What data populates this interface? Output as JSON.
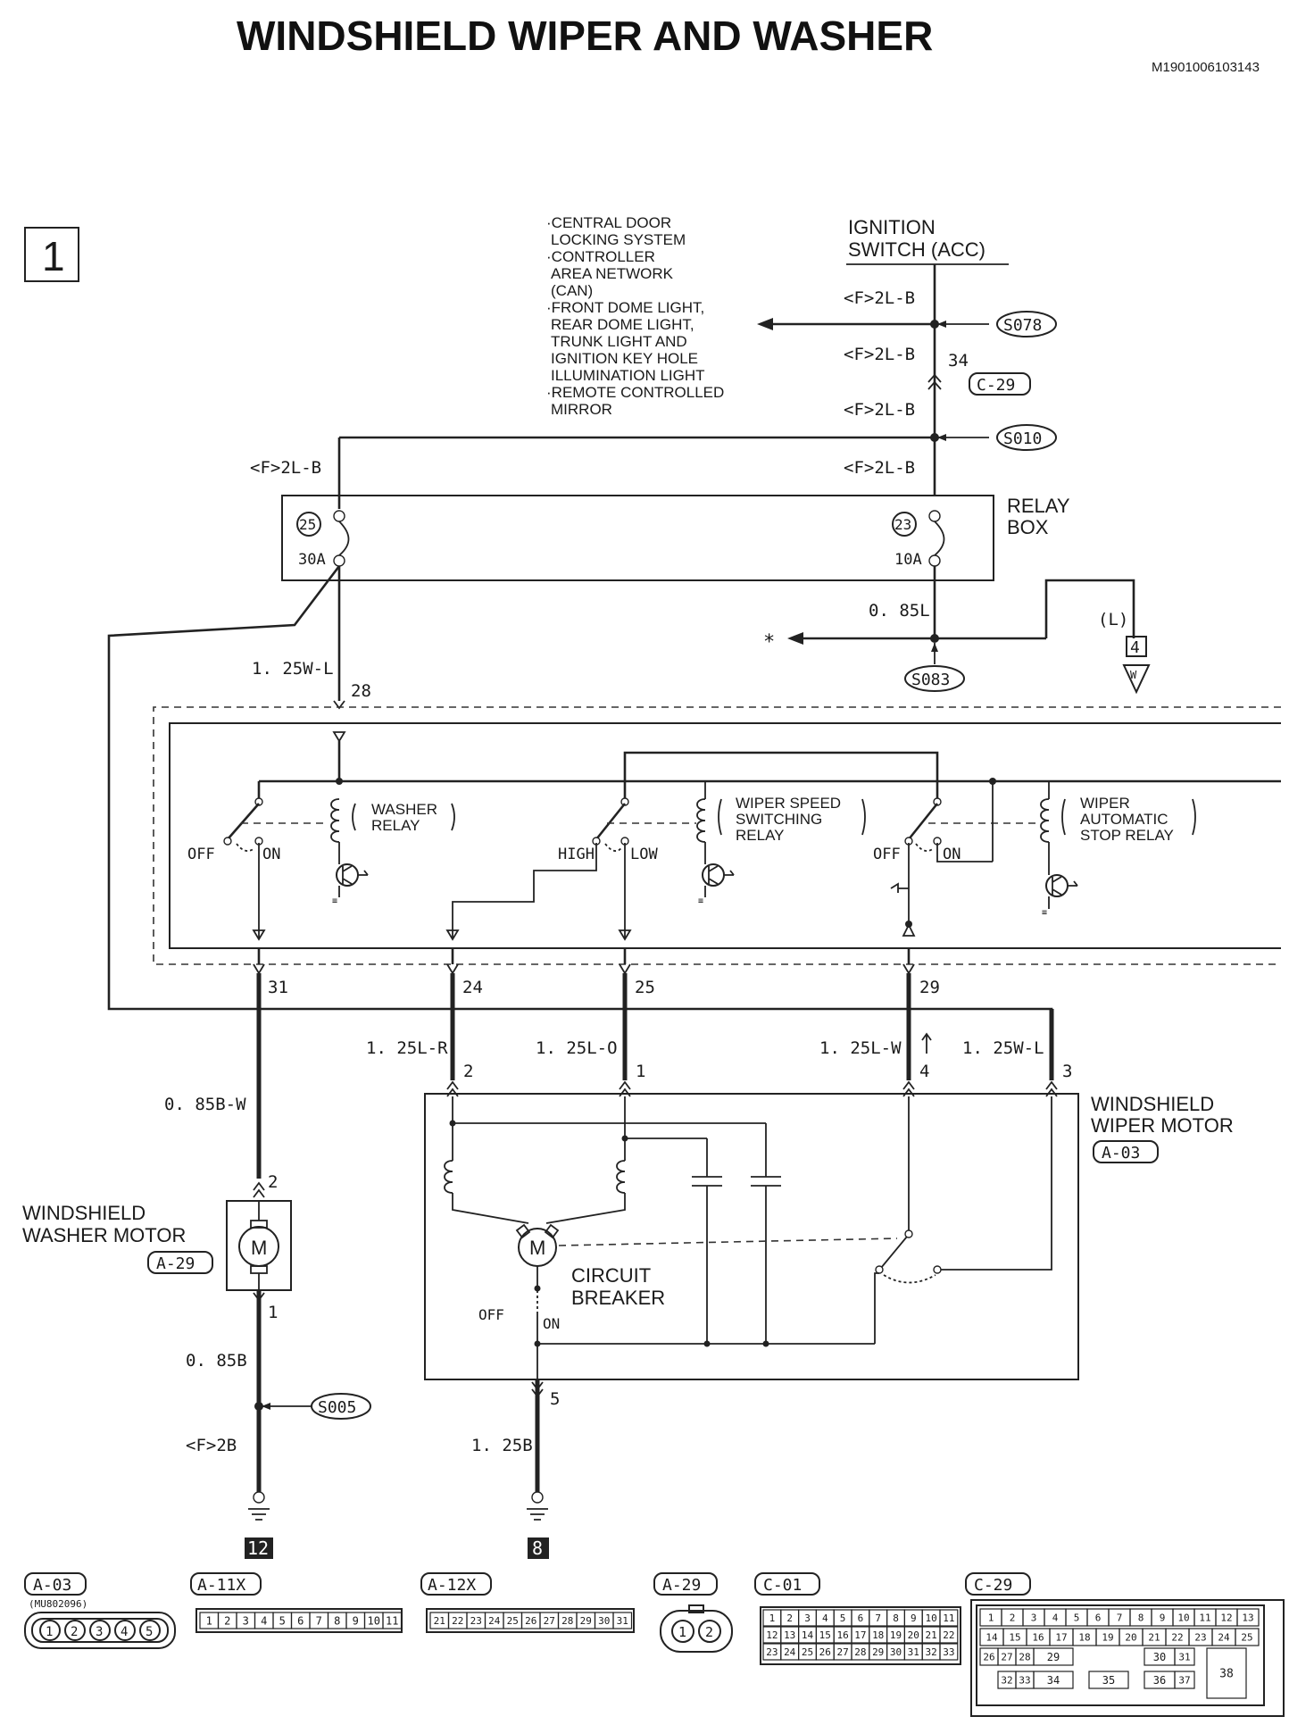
{
  "header": {
    "title": "WINDSHIELD WIPER AND WASHER",
    "doc_code": "M1901006103143",
    "page_number": "1"
  },
  "power": {
    "ignition_label_1": "IGNITION",
    "ignition_label_2": "SWITCH (ACC)",
    "branch_notes": [
      "·CENTRAL DOOR",
      "LOCKING SYSTEM",
      "·CONTROLLER",
      "AREA NETWORK",
      "(CAN)",
      "·FRONT DOME LIGHT,",
      "REAR DOME LIGHT,",
      "TRUNK LIGHT AND",
      "IGNITION KEY HOLE",
      "ILLUMINATION LIGHT",
      "·REMOTE CONTROLLED",
      "MIRROR"
    ],
    "wire_main_1": "<F>2L-B",
    "wire_main_2": "<F>2L-B",
    "wire_main_3": "<F>2L-B",
    "wire_main_4": "<F>2L-B",
    "wire_left": "<F>2L-B",
    "pin_c29": "34",
    "splice_s078": "S078",
    "splice_s010": "S010",
    "connector_c29": "C-29"
  },
  "relay_box": {
    "label_1": "RELAY",
    "label_2": "BOX",
    "fuse_left_no": "25",
    "fuse_left_amp": "30A",
    "fuse_right_no": "23",
    "fuse_right_amp": "10A",
    "wire_085l": "0. 85L",
    "splice_s083": "S083",
    "star": "*",
    "l_label": "(L)",
    "ref_no": "4",
    "ref_letter": "W"
  },
  "etacs": {
    "wire_125wl": "1. 25W-L",
    "pin_28": "28",
    "washer_relay": [
      "WASHER",
      "RELAY"
    ],
    "speed_relay": [
      "WIPER SPEED",
      "SWITCHING",
      "RELAY"
    ],
    "auto_stop_relay": [
      "WIPER",
      "AUTOMATIC",
      "STOP RELAY"
    ],
    "off_1": "OFF",
    "on_1": "ON",
    "high": "HIGH",
    "low": "LOW",
    "off_2": "OFF",
    "on_2": "ON",
    "pins": [
      "31",
      "24",
      "25",
      "29"
    ]
  },
  "wiper_motor": {
    "label_1": "WINDSHIELD",
    "label_2": "WIPER MOTOR",
    "connector": "A-03",
    "wires": [
      "1. 25L-R",
      "1. 25L-O",
      "1. 25L-W",
      "1. 25W-L"
    ],
    "pins": [
      "2",
      "1",
      "4",
      "3"
    ],
    "motor": "M",
    "breaker_1": "CIRCUIT",
    "breaker_2": "BREAKER",
    "off": "OFF",
    "on": "ON",
    "ground_pin": "5",
    "ground_wire": "1. 25B",
    "ground_ref": "8"
  },
  "washer_motor": {
    "label_1": "WINDSHIELD",
    "label_2": "WASHER MOTOR",
    "connector": "A-29",
    "motor": "M",
    "wire_top": "0. 85B-W",
    "pin_top": "2",
    "pin_bottom": "1",
    "wire_bottom": "0. 85B",
    "splice": "S005",
    "wire_ground": "<F>2B",
    "ground_ref": "12"
  },
  "connectors": {
    "a03": {
      "name": "A-03",
      "part": "(MU802096)",
      "pins": [
        "1",
        "2",
        "3",
        "4",
        "5"
      ]
    },
    "a11x": {
      "name": "A-11X",
      "pins": [
        "1",
        "2",
        "3",
        "4",
        "5",
        "6",
        "7",
        "8",
        "9",
        "10",
        "11"
      ]
    },
    "a12x": {
      "name": "A-12X",
      "pins": [
        "21",
        "22",
        "23",
        "24",
        "25",
        "26",
        "27",
        "28",
        "29",
        "30",
        "31"
      ]
    },
    "a29": {
      "name": "A-29",
      "pins": [
        "1",
        "2"
      ]
    },
    "c01": {
      "name": "C-01",
      "row1": [
        "1",
        "2",
        "3",
        "4",
        "5",
        "6",
        "7",
        "8",
        "9",
        "10",
        "11"
      ],
      "row2": [
        "12",
        "13",
        "14",
        "15",
        "16",
        "17",
        "18",
        "19",
        "20",
        "21",
        "22"
      ],
      "row3": [
        "23",
        "24",
        "25",
        "26",
        "27",
        "28",
        "29",
        "30",
        "31",
        "32",
        "33"
      ]
    },
    "c29": {
      "name": "C-29",
      "row1": [
        "1",
        "2",
        "3",
        "4",
        "5",
        "6",
        "7",
        "8",
        "9",
        "10",
        "11",
        "12",
        "13"
      ],
      "row2": [
        "14",
        "15",
        "16",
        "17",
        "18",
        "19",
        "20",
        "21",
        "22",
        "23",
        "24",
        "25"
      ],
      "row3": [
        "26",
        "27",
        "28",
        "29",
        "30",
        "31",
        "38"
      ],
      "row4": [
        "32",
        "33",
        "34",
        "35",
        "36",
        "37"
      ]
    }
  }
}
